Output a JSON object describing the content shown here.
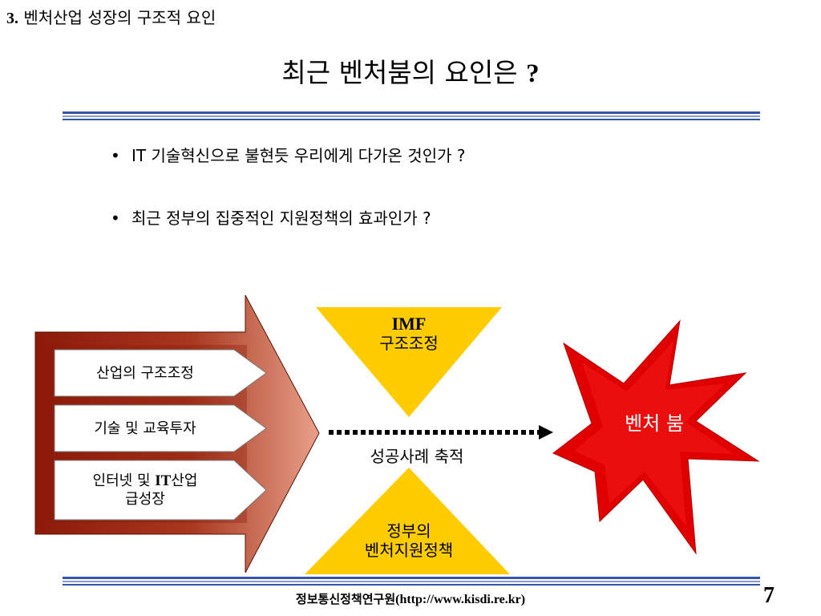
{
  "section": {
    "number": "3.",
    "title": "벤처산업 성장의 구조적 요인"
  },
  "slide_title": {
    "text": "최근 벤처붐의 요인은",
    "mark": "?"
  },
  "bullets": [
    "IT 기술혁신으로 불현듯 우리에게 다가온 것인가 ?",
    "최근 정부의 집중적인 지원정책의 효과인가 ?"
  ],
  "bullet_symbol": "•",
  "diagram": {
    "factors": [
      {
        "text": "산업의 구조조정"
      },
      {
        "text": "기술 및 교육투자"
      },
      {
        "pre": "인터넷 및 ",
        "bold": "IT",
        "post": "산업",
        "line2": "급성장"
      }
    ],
    "top_triangle": {
      "line1": "IMF",
      "line2": "구조조정"
    },
    "bottom_triangle": {
      "line1": "정부의",
      "line2": "벤처지원정책"
    },
    "middle_label": "성공사례 축적",
    "burst_label": "벤처 붐",
    "colors": {
      "arrow_dark": "#8B1A0A",
      "arrow_light": "#E8A08A",
      "triangle": "#FFCC00",
      "burst": "#E10000",
      "rule_blue": "#3355AA"
    }
  },
  "footer": {
    "org": "정보통신정책연구원",
    "url": "(http://www.kisdi.re.kr)"
  },
  "page_number": "7"
}
